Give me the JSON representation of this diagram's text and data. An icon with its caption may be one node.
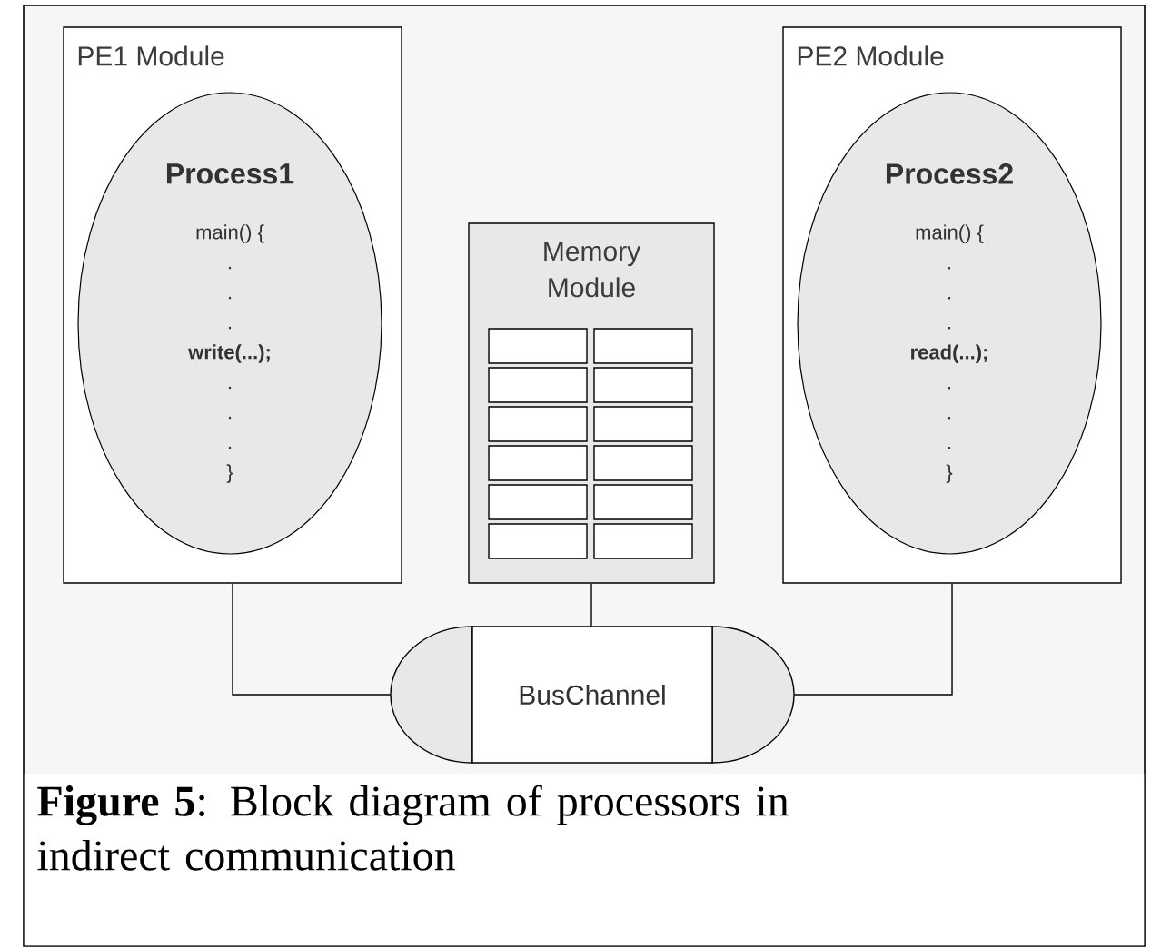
{
  "diagram": {
    "caption": "**Figure 5**: Block diagram of processors in indirect communication",
    "nodes": [
      {
        "text": [
          "PE1 Module"
        ]
      },
      {
        "text": [
          "Process1",
          "main() {",
          ".",
          ".",
          ".",
          "write(...);",
          ".",
          ".",
          ".",
          "}"
        ],
        "in": 0
      },
      {
        "text": [
          "Memory Module"
        ]
      },
      {
        "text": [
          "PE2 Module"
        ]
      },
      {
        "text": [
          "Process2",
          "main() {",
          ".",
          ".",
          ".",
          "read(...);",
          ".",
          ".",
          ".",
          "}"
        ],
        "in": 3
      },
      {
        "text": [
          "BusChannel"
        ]
      }
    ],
    "edges": [
      {
        "from": 0,
        "to": 5,
        "arrow": "none"
      },
      {
        "from": 2,
        "to": 5,
        "arrow": "none"
      },
      {
        "from": 3,
        "to": 5,
        "arrow": "none"
      }
    ]
  }
}
